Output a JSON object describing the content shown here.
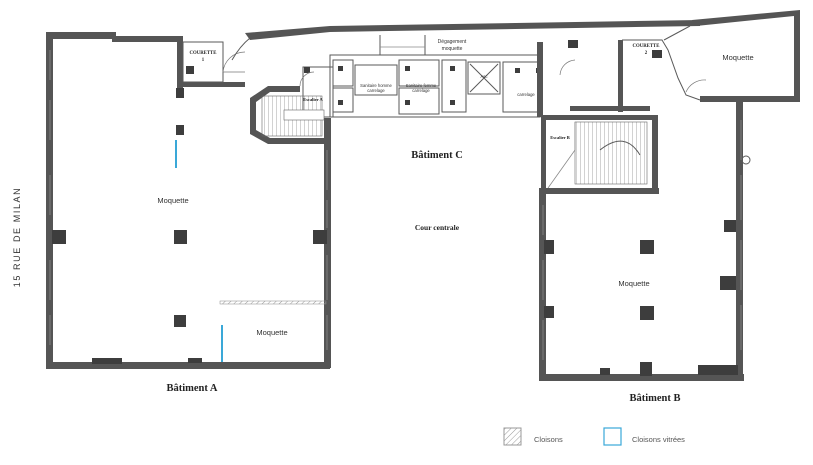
{
  "street_label": "15 RUE DE MILAN",
  "buildings": {
    "a": "Bâtiment A",
    "b": "Bâtiment B",
    "c": "Bâtiment C"
  },
  "areas": {
    "moquette": "Moquette",
    "cour_centrale": "Cour centrale",
    "degagement_line1": "Dégagement",
    "degagement_line2": "moquette",
    "courette1_line1": "COURETTE",
    "courette1_line2": "1",
    "courette2_line1": "COURETTE",
    "courette2_line2": "2",
    "sanitaire_homme_line1": "Sanitaire homme",
    "sanitaire_homme_line2": "carrelage",
    "sanitaire_femme_line1": "Sanitaire femme",
    "sanitaire_femme_line2": "carrelage",
    "asc": "Asc",
    "carrelage": "carrelage",
    "escalier_a": "Escalier A",
    "escalier_b": "Escalier B"
  },
  "legend": {
    "cloisons": "Cloisons",
    "cloisons_vitrees": "Cloisons vitrées"
  },
  "colors": {
    "wall": "#555555",
    "glass_partition": "#3aa8d8",
    "legend_hatch": "#999999"
  }
}
